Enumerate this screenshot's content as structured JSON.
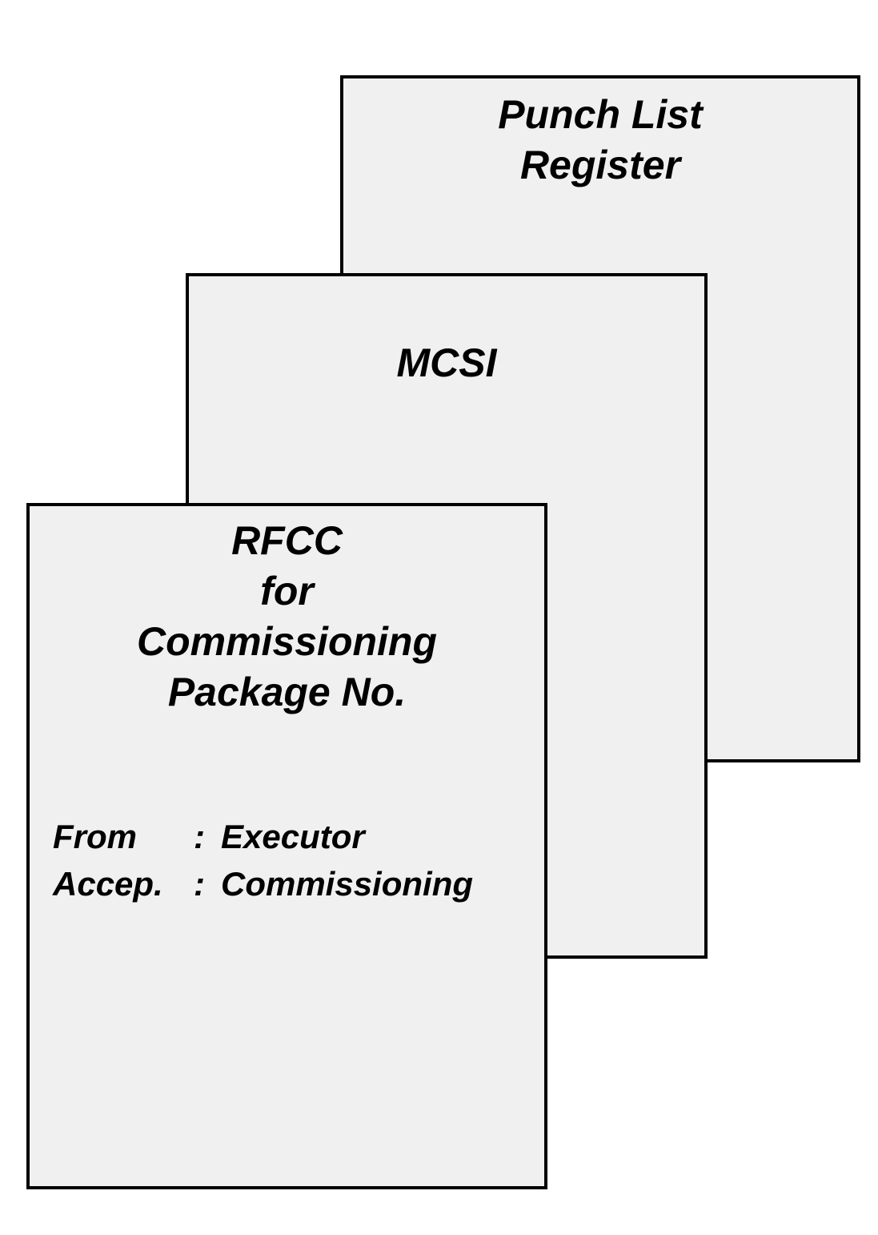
{
  "diagram": {
    "type": "stacked-document-cards",
    "background_color": "#ffffff",
    "card_fill_color": "#f0f0f0",
    "card_border_color": "#000000",
    "text_color": "#000000"
  },
  "cards": [
    {
      "id": "punch-list-register",
      "title_lines": [
        "Punch List",
        "Register"
      ],
      "stack_order": "back"
    },
    {
      "id": "mcsi",
      "title_lines": [
        "MCSI"
      ],
      "stack_order": "middle"
    },
    {
      "id": "rfcc",
      "title_lines": [
        "RFCC",
        "for",
        "Commissioning",
        "Package No."
      ],
      "stack_order": "front",
      "meta": [
        {
          "label": "From",
          "separator": ":",
          "value": "Executor"
        },
        {
          "label": "Accep.",
          "separator": ":",
          "value": "Commissioning"
        }
      ]
    }
  ],
  "punch_list": {
    "line1": "Punch List",
    "line2": "Register"
  },
  "mcsi": {
    "line1": "MCSI"
  },
  "rfcc": {
    "line1": "RFCC",
    "line2": "for",
    "line3": "Commissioning",
    "line4": "Package No.",
    "from_label": "From",
    "from_sep": ":",
    "from_value": "Executor",
    "accep_label": "Accep.",
    "accep_sep": ":",
    "accep_value": "Commissioning"
  }
}
